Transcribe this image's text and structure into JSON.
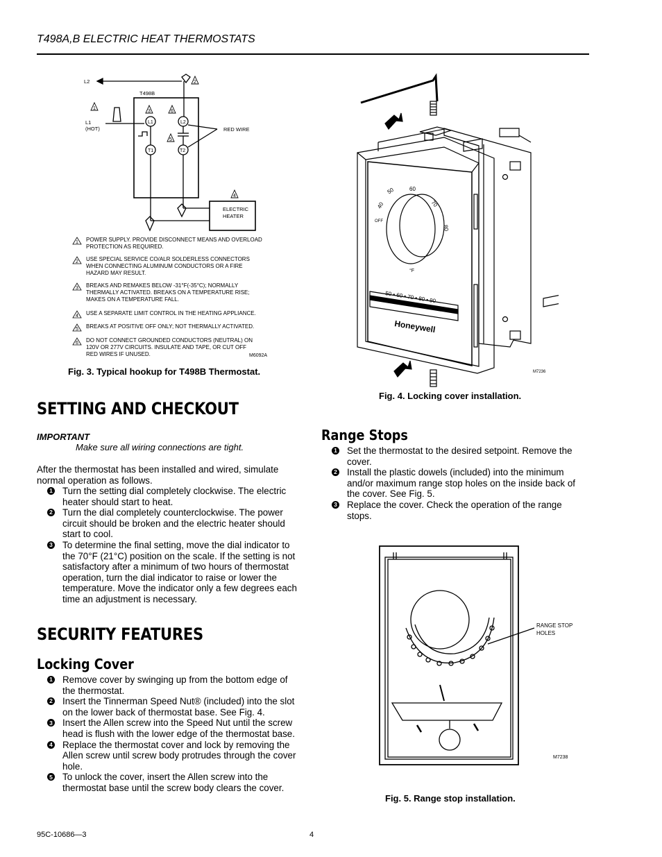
{
  "header": {
    "title": "T498A,B ELECTRIC HEAT THERMOSTATS"
  },
  "fig3": {
    "labels": {
      "l2_top": "L2",
      "t498b": "T498B",
      "l1": "L1",
      "hot": "(HOT)",
      "term_l1": "L1",
      "term_l2": "L2",
      "term_t1": "T1",
      "term_t2": "T2",
      "red_wire": "RED WIRE",
      "heater_line1": "ELECTRIC",
      "heater_line2": "HEATER",
      "code": "M6092A"
    },
    "markers": {
      "m1": "1",
      "m2": "2",
      "m3": "3",
      "m4": "4",
      "m5": "5",
      "m6": "6"
    },
    "notes": [
      {
        "num": "1",
        "lines": [
          "POWER SUPPLY.  PROVIDE DISCONNECT MEANS AND OVERLOAD",
          "PROTECTION AS REQUIRED."
        ]
      },
      {
        "num": "2",
        "lines": [
          "USE SPECIAL SERVICE CO/ALR SOLDERLESS CONNECTORS",
          "WHEN CONNECTING ALUMINUM CONDUCTORS OR A FIRE",
          "HAZARD MAY RESULT."
        ]
      },
      {
        "num": "3",
        "lines": [
          "BREAKS AND REMAKES BELOW -31°F(-35°C); NORMALLY",
          "THERMALLY ACTIVATED.  BREAKS ON A TEMPERATURE RISE;",
          "MAKES ON A TEMPERATURE FALL."
        ]
      },
      {
        "num": "4",
        "lines": [
          "USE A SEPARATE LIMIT CONTROL IN THE HEATING APPLIANCE."
        ]
      },
      {
        "num": "5",
        "lines": [
          "BREAKS AT POSITIVE OFF ONLY; NOT THERMALLY ACTIVATED."
        ]
      },
      {
        "num": "6",
        "lines": [
          "DO NOT CONNECT GROUNDED CONDUCTORS (NEUTRAL)  ON",
          "120V OR 277V CIRCUITS.  INSULATE AND TAPE, OR CUT OFF",
          "RED WIRES IF UNUSED."
        ]
      }
    ],
    "caption": "Fig. 3. Typical hookup for T498B Thermostat."
  },
  "fig4": {
    "dial": {
      "d40": "40",
      "d50": "50",
      "d60": "60",
      "d70": "70",
      "d80": "80",
      "off": "OFF",
      "deg": "°F"
    },
    "scale": "50 • 60 • 70 • 80 • 90",
    "brand": "Honeywell",
    "code": "M7236",
    "caption": "Fig. 4. Locking cover installation."
  },
  "setting": {
    "heading": "SETTING AND CHECKOUT",
    "important_label": "IMPORTANT",
    "important_text": "Make sure all wiring connections are tight.",
    "intro_line1": "After the thermostat has been installed and wired, simulate",
    "intro_line2": "normal operation as follows.",
    "steps": [
      {
        "num": "1",
        "text": "Turn the setting dial completely clockwise. The electric heater should start to heat."
      },
      {
        "num": "2",
        "text": "Turn the dial completely counterclockwise. The power circuit should be broken and the electric heater should start to cool."
      },
      {
        "num": "3",
        "text": "To determine the final setting, move the dial indicator to the 70°F (21°C) position on the scale. If the setting is not satisfactory after a minimum of two hours of thermostat operation, turn the dial indicator to raise or lower the temperature. Move the indicator only a few degrees each time an adjustment is necessary."
      }
    ]
  },
  "security": {
    "heading": "SECURITY FEATURES",
    "locking_heading": "Locking Cover",
    "steps": [
      {
        "num": "1",
        "text": "Remove cover by swinging up from the bottom edge of the thermostat."
      },
      {
        "num": "2",
        "text": "Insert the Tinnerman Speed Nut® (included) into the slot on the lower back of thermostat base. See Fig. 4."
      },
      {
        "num": "3",
        "text": "Insert the Allen screw into the Speed Nut until the screw head is flush with the lower edge of the thermostat base."
      },
      {
        "num": "4",
        "text": "Replace the thermostat cover and lock by removing the Allen screw until screw body protrudes through the cover hole."
      },
      {
        "num": "5",
        "text": "To unlock the cover, insert the Allen screw into the thermostat base until the screw body clears the cover."
      }
    ]
  },
  "range_stops": {
    "heading": "Range Stops",
    "steps": [
      {
        "num": "1",
        "text": "Set the thermostat to the desired setpoint. Remove the cover."
      },
      {
        "num": "2",
        "text": "Install the plastic dowels (included) into the minimum and/or maximum range stop holes on the inside back of the cover. See Fig. 5."
      },
      {
        "num": "3",
        "text": "Replace the cover. Check the operation of the range stops."
      }
    ]
  },
  "fig5": {
    "label_line1": "RANGE STOP",
    "label_line2": "HOLES",
    "code": "M7238",
    "caption": "Fig. 5. Range stop installation."
  },
  "footer": {
    "doc_number": "95C-10686—3",
    "page": "4"
  }
}
